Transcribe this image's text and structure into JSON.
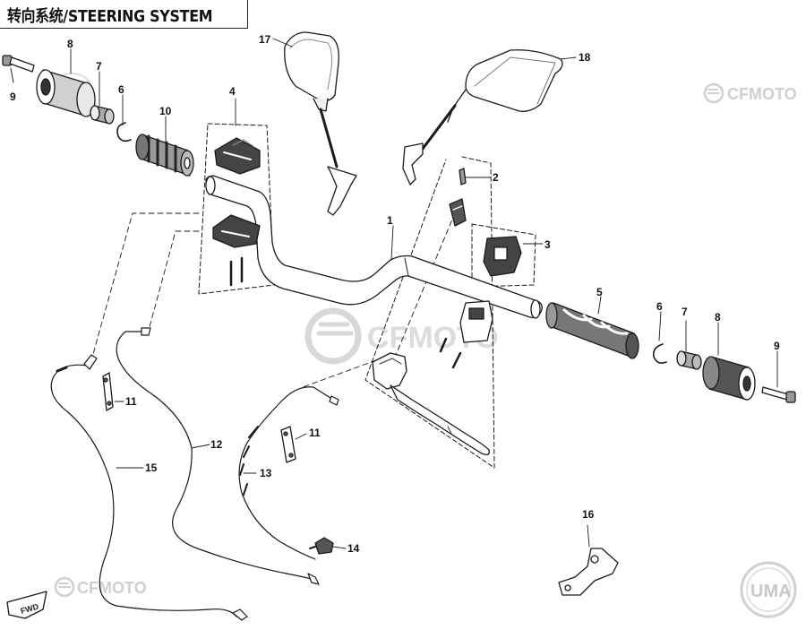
{
  "title": "转向系统/STEERING SYSTEM",
  "watermarks": {
    "brand_top": "CFMOTO",
    "brand_center": "CFMOTO",
    "brand_bottom": "CFMOTO",
    "seal": "UMA",
    "fwd": "FWD"
  },
  "callouts": [
    {
      "id": "c1",
      "label": "1"
    },
    {
      "id": "c2",
      "label": "2"
    },
    {
      "id": "c3",
      "label": "3"
    },
    {
      "id": "c4",
      "label": "4"
    },
    {
      "id": "c5",
      "label": "5"
    },
    {
      "id": "c6l",
      "label": "6"
    },
    {
      "id": "c6r",
      "label": "6"
    },
    {
      "id": "c7l",
      "label": "7"
    },
    {
      "id": "c7r",
      "label": "7"
    },
    {
      "id": "c8l",
      "label": "8"
    },
    {
      "id": "c8r",
      "label": "8"
    },
    {
      "id": "c9l",
      "label": "9"
    },
    {
      "id": "c9r",
      "label": "9"
    },
    {
      "id": "c10",
      "label": "10"
    },
    {
      "id": "c11a",
      "label": "11"
    },
    {
      "id": "c11b",
      "label": "11"
    },
    {
      "id": "c12",
      "label": "12"
    },
    {
      "id": "c13",
      "label": "13"
    },
    {
      "id": "c14",
      "label": "14"
    },
    {
      "id": "c15",
      "label": "15"
    },
    {
      "id": "c16",
      "label": "16"
    },
    {
      "id": "c17",
      "label": "17"
    },
    {
      "id": "c18",
      "label": "18"
    }
  ],
  "colors": {
    "ink": "#1a1a1a",
    "part_fill": "#ffffff",
    "shade": "#bdbdbd",
    "dark": "#555555",
    "watermark": "#d6d6d6"
  }
}
